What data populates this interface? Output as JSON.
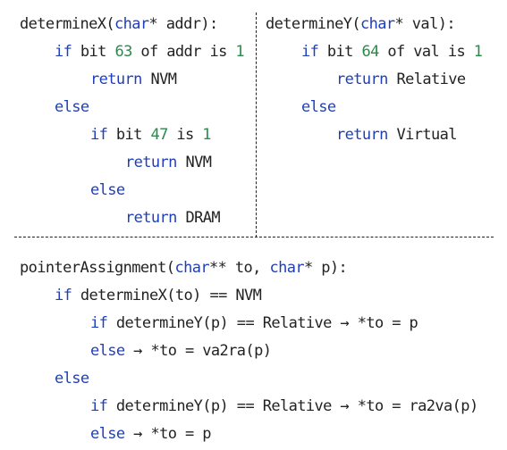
{
  "colors": {
    "keyword": "#1f3fb8",
    "number": "#2b8a4a",
    "text": "#222222"
  },
  "determineX": {
    "sig_name": "determineX(",
    "sig_type": "char",
    "sig_rest": "* addr):",
    "l1_kw": "if",
    "l1_a": " bit ",
    "l1_num": "63",
    "l1_b": " of addr is ",
    "l1_num2": "1",
    "l2_kw": "return",
    "l2_rest": " NVM",
    "l3_kw": "else",
    "l4_kw": "if",
    "l4_a": " bit ",
    "l4_num": "47",
    "l4_b": " is ",
    "l4_num2": "1",
    "l5_kw": "return",
    "l5_rest": " NVM",
    "l6_kw": "else",
    "l7_kw": "return",
    "l7_rest": " DRAM"
  },
  "determineY": {
    "sig_name": "determineY(",
    "sig_type": "char",
    "sig_rest": "* val):",
    "l1_kw": "if",
    "l1_a": " bit ",
    "l1_num": "64",
    "l1_b": " of val is ",
    "l1_num2": "1",
    "l2_kw": "return",
    "l2_rest": " Relative",
    "l3_kw": "else",
    "l4_kw": "return",
    "l4_rest": " Virtual"
  },
  "pointerAssignment": {
    "sig_name": "pointerAssignment(",
    "sig_type1": "char",
    "sig_mid": "** to, ",
    "sig_type2": "char",
    "sig_rest": "* p):",
    "l1_kw": "if",
    "l1_rest": " determineX(to) == NVM",
    "l2_kw": "if",
    "l2_rest": " determineY(p) == Relative → *to = p",
    "l3_kw": "else",
    "l3_rest": " → *to = va2ra(p)",
    "l4_kw": "else",
    "l5_kw": "if",
    "l5_rest": " determineY(p) == Relative → *to = ra2va(p)",
    "l6_kw": "else",
    "l6_rest": " → *to = p"
  }
}
